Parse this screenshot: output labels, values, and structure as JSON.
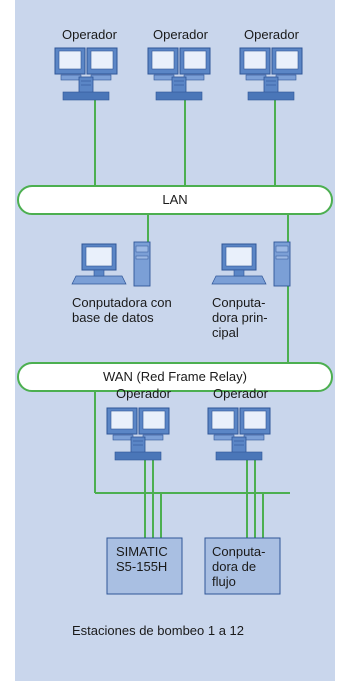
{
  "operators_top": [
    {
      "label": "Operador"
    },
    {
      "label": "Operador"
    },
    {
      "label": "Operador"
    }
  ],
  "lan": {
    "label": "LAN"
  },
  "computers": [
    {
      "line1": "Conputadora con",
      "line2": "base de datos"
    },
    {
      "line1": "Conputa-",
      "line2": "dora prin-",
      "line3": "cipal"
    }
  ],
  "wan": {
    "label": "WAN (Red Frame Relay)"
  },
  "operators_bottom": [
    {
      "label": "Operador"
    },
    {
      "label": "Operador"
    }
  ],
  "boxes": [
    {
      "line1": "SIMATIC",
      "line2": "S5-155H"
    },
    {
      "line1": "Conputa-",
      "line2": "dora de",
      "line3": "flujo"
    }
  ],
  "caption": "Estaciones de bombeo 1 a 12",
  "colors": {
    "panel": "#c9d6ec",
    "line": "#4caf50",
    "device": "#5b86c6",
    "device_dark": "#2f5597",
    "screen": "#e9f0fb",
    "bus_fill": "#ffffff",
    "box_fill": "#a9bfe2"
  }
}
